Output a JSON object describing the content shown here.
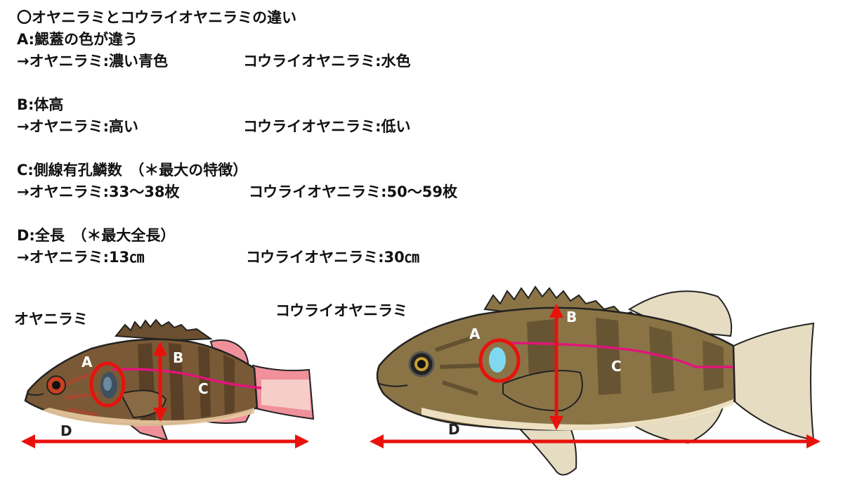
{
  "title": "〇オヤニラミとコウライオヤニラミの違い",
  "sections": [
    {
      "heading": "A:鰓蓋の色が違う",
      "left": "→オヤニラミ:濃い青色",
      "right": "コウライオヤニラミ:水色"
    },
    {
      "heading": "B:体高",
      "left": "→オヤニラミ:高い",
      "right": "コウライオヤニラミ:低い"
    },
    {
      "heading": "C:側線有孔鱗数　（＊最大の特徴）",
      "left": "→オヤニラミ:33～38枚",
      "right": "コウライオヤニラミ:50～59枚"
    },
    {
      "heading": "D:全長　（＊最大全長）",
      "left": "→オヤニラミ:13㎝",
      "right": "コウライオヤニラミ:30㎝"
    }
  ],
  "fish": {
    "small_name": "オヤニラミ",
    "large_name": "コウライオヤニラミ",
    "marker_labels": {
      "a": "A",
      "b": "B",
      "c": "C",
      "d": "D"
    }
  },
  "colors": {
    "arrow": "#e8120c",
    "lateral_line": "#e0157a",
    "small_body": "#7a5a36",
    "large_body": "#8a7446",
    "small_fin": "#f0909a",
    "large_fin": "#e6dcc2",
    "small_opercle": "#3d5060",
    "large_opercle": "#7fd8f0"
  }
}
